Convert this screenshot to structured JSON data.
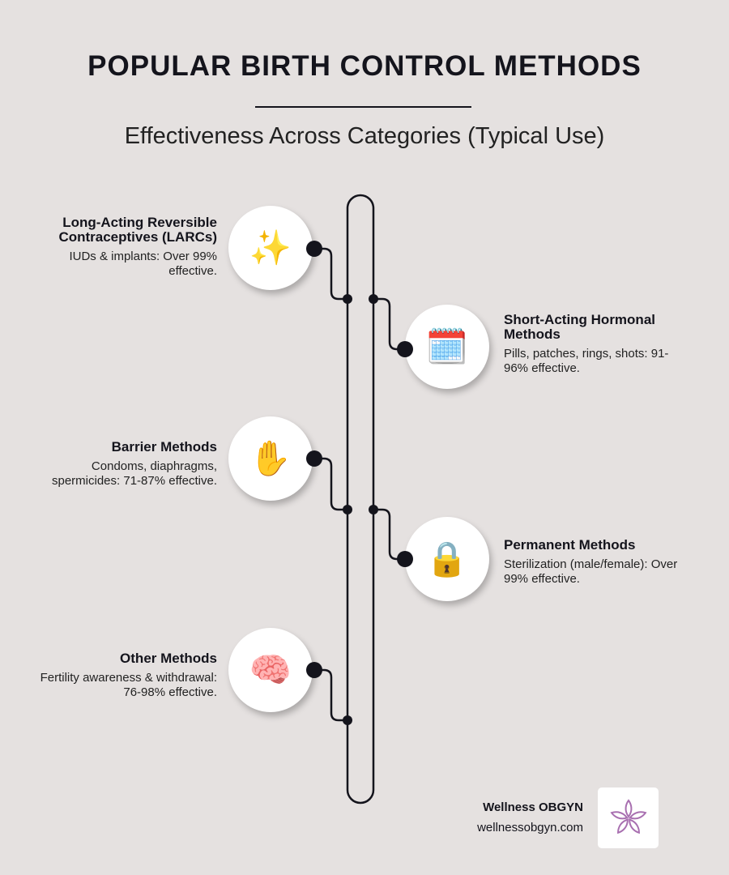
{
  "title": "POPULAR BIRTH CONTROL METHODS",
  "subtitle": "Effectiveness Across Categories (Typical Use)",
  "methods": [
    {
      "title": "Long-Acting Reversible Contraceptives (LARCs)",
      "desc": "IUDs & implants: Over 99% effective.",
      "icon": "✨"
    },
    {
      "title": "Short-Acting Hormonal Methods",
      "desc": "Pills, patches, rings, shots: 91-96% effective.",
      "icon": "🗓️"
    },
    {
      "title": "Barrier Methods",
      "desc": "Condoms, diaphragms, spermicides: 71-87% effective.",
      "icon": "✋"
    },
    {
      "title": "Permanent Methods",
      "desc": "Sterilization (male/female): Over 99% effective.",
      "icon": "🔒"
    },
    {
      "title": "Other Methods",
      "desc": "Fertility awareness & withdrawal: 76-98% effective.",
      "icon": "🧠"
    }
  ],
  "brand": {
    "name": "Wellness OBGYN",
    "url": "wellnessobgyn.com"
  },
  "colors": {
    "background": "#e5e1e0",
    "ink": "#14141c",
    "logo": "#a86fb0"
  }
}
